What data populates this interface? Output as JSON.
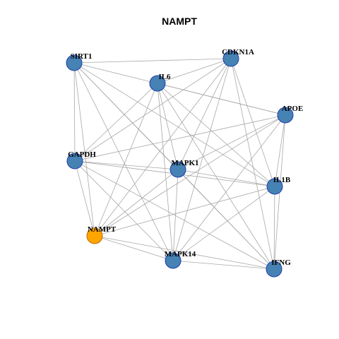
{
  "title": "NAMPT",
  "colors": {
    "node_default": "#4682B4",
    "node_stroke": "#1f3fa8",
    "node_highlight": "#FFA500",
    "edge": "#a8a8a8"
  },
  "nodes": [
    {
      "id": "SIRT1",
      "label": "SIRT1",
      "highlight": false
    },
    {
      "id": "CDKN1A",
      "label": "CDKN1A",
      "highlight": false
    },
    {
      "id": "IL6",
      "label": "IL6",
      "highlight": false
    },
    {
      "id": "APOE",
      "label": "APOE",
      "highlight": false
    },
    {
      "id": "GAPDH",
      "label": "GAPDH",
      "highlight": false
    },
    {
      "id": "MAPK1",
      "label": "MAPK1",
      "highlight": false
    },
    {
      "id": "IL1B",
      "label": "IL1B",
      "highlight": false
    },
    {
      "id": "NAMPT",
      "label": "NAMPT",
      "highlight": true
    },
    {
      "id": "MAPK14",
      "label": "MAPK14",
      "highlight": false
    },
    {
      "id": "IFNG",
      "label": "IFNG",
      "highlight": false
    }
  ],
  "edges": [
    [
      "SIRT1",
      "CDKN1A"
    ],
    [
      "SIRT1",
      "APOE"
    ],
    [
      "SIRT1",
      "GAPDH"
    ],
    [
      "SIRT1",
      "MAPK1"
    ],
    [
      "SIRT1",
      "IL1B"
    ],
    [
      "SIRT1",
      "NAMPT"
    ],
    [
      "SIRT1",
      "MAPK14"
    ],
    [
      "SIRT1",
      "IFNG"
    ],
    [
      "CDKN1A",
      "IL6"
    ],
    [
      "CDKN1A",
      "GAPDH"
    ],
    [
      "CDKN1A",
      "MAPK1"
    ],
    [
      "CDKN1A",
      "IL1B"
    ],
    [
      "CDKN1A",
      "NAMPT"
    ],
    [
      "CDKN1A",
      "MAPK14"
    ],
    [
      "CDKN1A",
      "IFNG"
    ],
    [
      "IL6",
      "APOE"
    ],
    [
      "IL6",
      "GAPDH"
    ],
    [
      "IL6",
      "MAPK1"
    ],
    [
      "IL6",
      "IL1B"
    ],
    [
      "IL6",
      "NAMPT"
    ],
    [
      "IL6",
      "MAPK14"
    ],
    [
      "IL6",
      "IFNG"
    ],
    [
      "APOE",
      "GAPDH"
    ],
    [
      "APOE",
      "NAMPT"
    ],
    [
      "APOE",
      "MAPK14"
    ],
    [
      "APOE",
      "IL1B"
    ],
    [
      "APOE",
      "IFNG"
    ],
    [
      "APOE",
      "MAPK1"
    ],
    [
      "GAPDH",
      "MAPK1"
    ],
    [
      "GAPDH",
      "IL1B"
    ],
    [
      "GAPDH",
      "NAMPT"
    ],
    [
      "GAPDH",
      "MAPK14"
    ],
    [
      "GAPDH",
      "IFNG"
    ],
    [
      "MAPK1",
      "MAPK14"
    ],
    [
      "MAPK1",
      "IL1B"
    ],
    [
      "MAPK1",
      "NAMPT"
    ],
    [
      "MAPK1",
      "IFNG"
    ],
    [
      "IL1B",
      "NAMPT"
    ],
    [
      "IL1B",
      "IFNG"
    ],
    [
      "IL1B",
      "MAPK14"
    ],
    [
      "NAMPT",
      "MAPK14"
    ],
    [
      "NAMPT",
      "IFNG"
    ],
    [
      "MAPK14",
      "IFNG"
    ]
  ]
}
